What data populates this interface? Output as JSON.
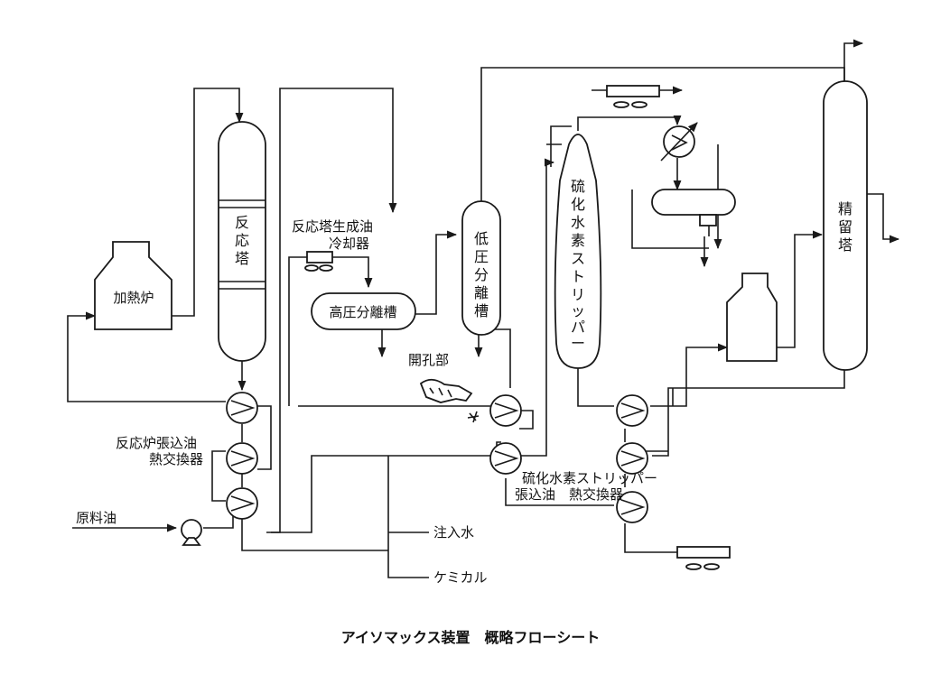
{
  "caption": "アイソマックス装置　概略フローシート",
  "labels": {
    "reactor_chars": [
      "反",
      "応",
      "塔"
    ],
    "furnace": "加熱炉",
    "effluent_cooler_line1": "反応塔生成油",
    "effluent_cooler_line2": "冷却器",
    "hp_separator": "高圧分離槽",
    "lp_separator_chars": [
      "低",
      "圧",
      "分",
      "離",
      "槽"
    ],
    "stripper_chars": [
      "硫",
      "化",
      "水",
      "素",
      "ス",
      "ト",
      "リ",
      "ッ",
      "パ",
      "ー"
    ],
    "fractionator_chars": [
      "精",
      "留",
      "塔"
    ],
    "opening": "開孔部",
    "reactor_feed_hx_line1": "反応炉張込油",
    "reactor_feed_hx_line2": "熱交換器",
    "stripper_hx_line1": "硫化水素ストリッパー",
    "stripper_hx_line2": "張込油　熱交換器",
    "feed_oil": "原料油",
    "injection_water": "注入水",
    "chemical": "ケミカル"
  },
  "colors": {
    "ink": "#1a1a1a",
    "paper": "#ffffff"
  }
}
